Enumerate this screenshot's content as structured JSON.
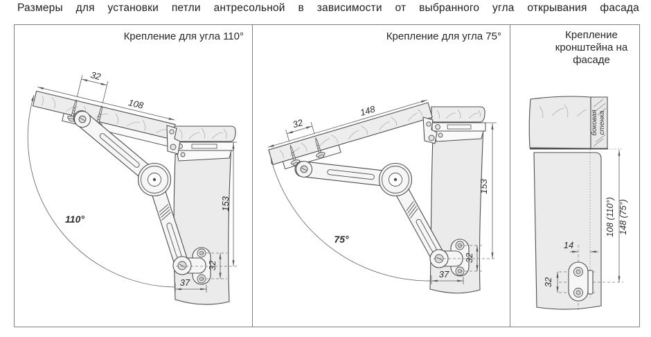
{
  "title": "Размеры для установки петли антресольной в зависимости от выбранного угла открывания фасада",
  "panels": {
    "angle110": {
      "header": "Крепление для угла 110°",
      "angle_label": "110°",
      "dims": {
        "screw_spacing": "32",
        "door_length": "108",
        "side_height": "153",
        "bracket_holes": "32",
        "bracket_offset": "37"
      }
    },
    "angle75": {
      "header": "Крепление для угла 75°",
      "angle_label": "75°",
      "dims": {
        "screw_spacing": "32",
        "door_length": "148",
        "side_height": "153",
        "bracket_holes": "32",
        "bracket_offset": "37"
      }
    },
    "facade": {
      "header": "Крепление кронштейна на фасаде",
      "side_wall_line1": "боковая",
      "side_wall_line2": "стенка",
      "dims": {
        "edge_offset": "14",
        "bracket_holes": "32",
        "height_for_110": "108 (110°)",
        "height_for_75": "148 (75°)"
      }
    }
  },
  "colors": {
    "line": "#4d4d4d",
    "dimension": "#5a5a5a",
    "wood_fill": "#ededed",
    "wall_fill": "#ebebeb",
    "border": "#7f7f7f",
    "text": "#2b2b2b",
    "background": "#ffffff"
  }
}
